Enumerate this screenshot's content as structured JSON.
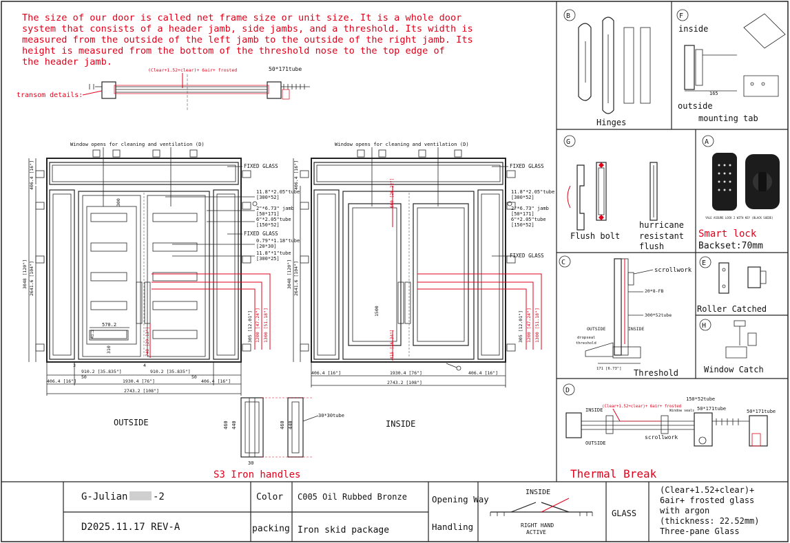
{
  "description": {
    "lines": [
      "The size of our door is called net frame size or unit size. It is a whole door",
      "system that consists of a header jamb, side jambs, and a threshold. Its width is",
      "measured from the outside of the left jamb to the outside of the right jamb. Its",
      "height is measured from the bottom of the threshold nose to the top edge of",
      "the header jamb."
    ]
  },
  "transom": {
    "label": "transom details:",
    "glass_note": "(Clear+1.52+clear)+ 6air+ frosted",
    "tube": "50*171tube"
  },
  "elevation_labels": {
    "window_note": "Window opens for cleaning and ventilation (D)",
    "fixed_glass": "FIXED GLASS",
    "tube_118": "11.8\"*2.05\"tube",
    "tube_118_mm": "[300*52]",
    "jamb": "2\"*6.73\" jamb",
    "jamb_mm": "[50*171]",
    "tube_6": "6\"*2.05\"tube",
    "tube_6_mm": "[150*52]",
    "tube_079": "0.79\"*1.18\"tube",
    "tube_079_mm": "[20*30]",
    "tube_1": "11.8\"*1\"tube",
    "tube_1_mm": "[300*25]"
  },
  "dimensions": {
    "overall_width": "2743.2 [108\"]",
    "door_width": "1930.4 [76\"]",
    "side_width": "406.4 [16\"]",
    "leaf_width": "910.2 [35.835\"]",
    "overall_height": "3048 [120\"]",
    "door_height": "2641.6 [104\"]",
    "transom_height": "406.4 [16\"]",
    "panel_width": "570.2",
    "dim_300": "300",
    "dim_50": "50",
    "dim_3": "3",
    "dim_4": "4",
    "dim_310": "310",
    "dim_41": "41.2",
    "dim_305": "305 [12.01\"]",
    "dim_1200": "1200 [47.24\"]",
    "dim_1300": "1300 [51.18\"]",
    "dim_740": "740 [29.13\"]",
    "dim_1500": "1500",
    "dim_415": "415 [16.34\"]",
    "dim_660": "660 [26.22\"]",
    "dim_460": "460",
    "dim_440": "440",
    "dim_30": "30",
    "handle_tube": "30*30tube"
  },
  "views": {
    "outside": "OUTSIDE",
    "inside": "INSIDE",
    "handles_title": "S3 Iron handles"
  },
  "details": {
    "b_letter": "B",
    "b_title": "Hinges",
    "f_letter": "F",
    "f_inside": "inside",
    "f_outside": "outside",
    "f_title": "mounting tab",
    "f_dim": "165",
    "g_letter": "G",
    "g_title": "Flush bolt",
    "g_sub1": "hurricane",
    "g_sub2": "resistant",
    "g_sub3": "flush",
    "a_letter": "A",
    "a_title": "Smart lock",
    "a_sub": "Backset:70mm",
    "a_caption": "YALE ASSURE LOCK 2 WITH KEY (BLACK SUEDE)",
    "c_letter": "C",
    "c_title": "Threshold",
    "c_scrollwork": "scrollwork",
    "c_fb": "20*8-FB",
    "c_tube": "300*52tube",
    "c_outside": "OUTSIDE",
    "c_inside": "INSIDE",
    "c_dropseal": "dropseal",
    "c_threshold": "threshold",
    "c_dim": "171 [6.73\"]",
    "e_letter": "E",
    "e_title": "Roller Catched",
    "h_letter": "H",
    "h_title": "Window Catch",
    "d_letter": "D",
    "d_title": "Thermal Break",
    "d_glass": "(Clear+1.52+clear)+ 6air+ frosted",
    "d_window": "Window seals",
    "d_tube150": "150*52tube",
    "d_tube171": "50*171tube",
    "d_tube171b": "50*171tube",
    "d_inside": "INSIDE",
    "d_outside": "OUTSIDE",
    "d_scrollwork": "scrollwork"
  },
  "title_block": {
    "project": "G-Julian",
    "project_suffix": "-2",
    "date_rev": "D2025.11.17 REV-A",
    "color_label": "Color",
    "color_value": "C005 Oil Rubbed Bronze",
    "packing_label": "packing",
    "packing_value": "Iron skid package",
    "opening_label": "Opening Way",
    "handling_label": "Handling",
    "opening_inside": "INSIDE",
    "opening_hand": "RIGHT HAND",
    "opening_active": "ACTIVE",
    "glass_label": "GLASS",
    "glass_spec_1": "(Clear+1.52+clear)+",
    "glass_spec_2": "6air+ frosted glass",
    "glass_spec_3": "with argon",
    "glass_spec_4": "(thickness: 22.52mm)",
    "glass_spec_5": "Three-pane Glass"
  },
  "colors": {
    "red": "#e0001a",
    "line": "#222222"
  }
}
